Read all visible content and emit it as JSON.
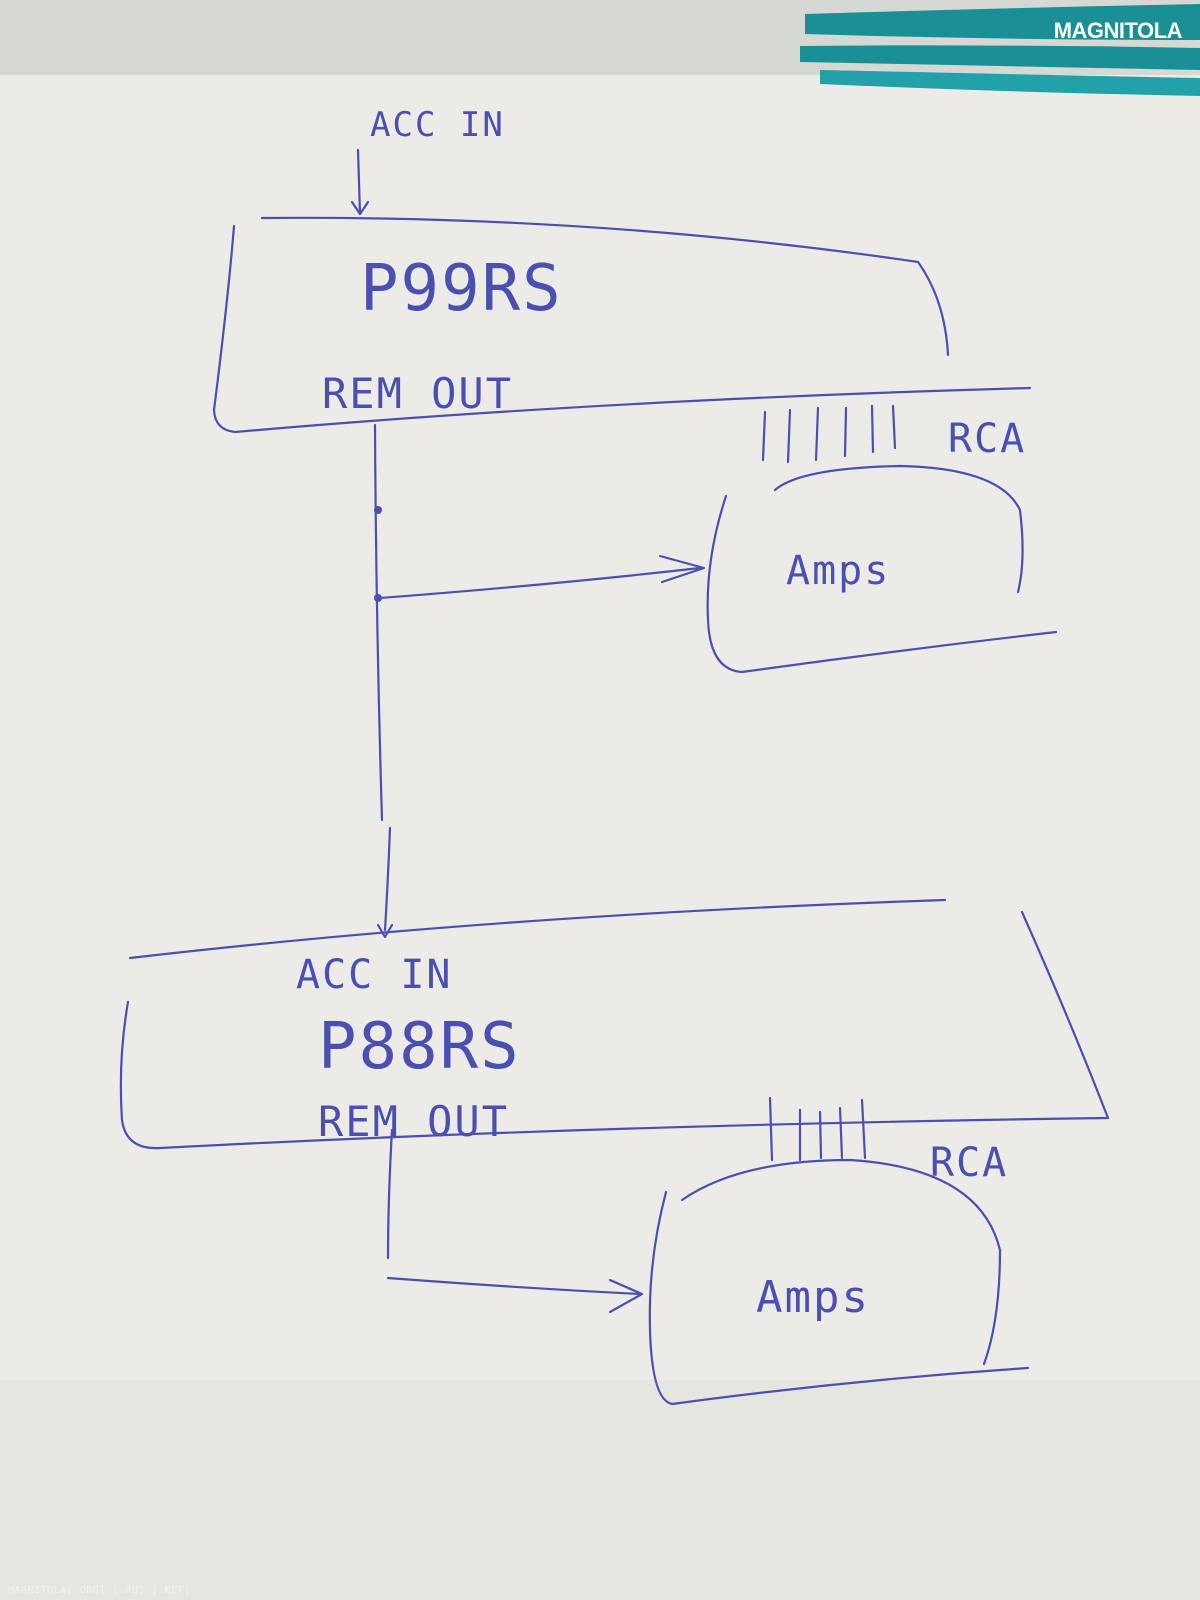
{
  "diagram": {
    "top_unit": {
      "acc_in_label": "ACC IN",
      "model": "P99RS",
      "rem_out_label": "REM OUT",
      "rca_label": "RCA"
    },
    "top_amp": {
      "label": "Amps"
    },
    "bottom_unit": {
      "acc_in_label": "ACC IN",
      "model": "P88RS",
      "rem_out_label": "REM OUT",
      "rca_label": "RCA"
    },
    "bottom_amp": {
      "label": "Amps"
    }
  },
  "watermark": {
    "logo": "MAGNITOLA",
    "caption": "MAGNITOLA[.ORG] [.RU] [.NET]"
  },
  "colors": {
    "ink": "#4a4fb0",
    "paper": "#ecebe7",
    "pen": "#1b8f96"
  }
}
